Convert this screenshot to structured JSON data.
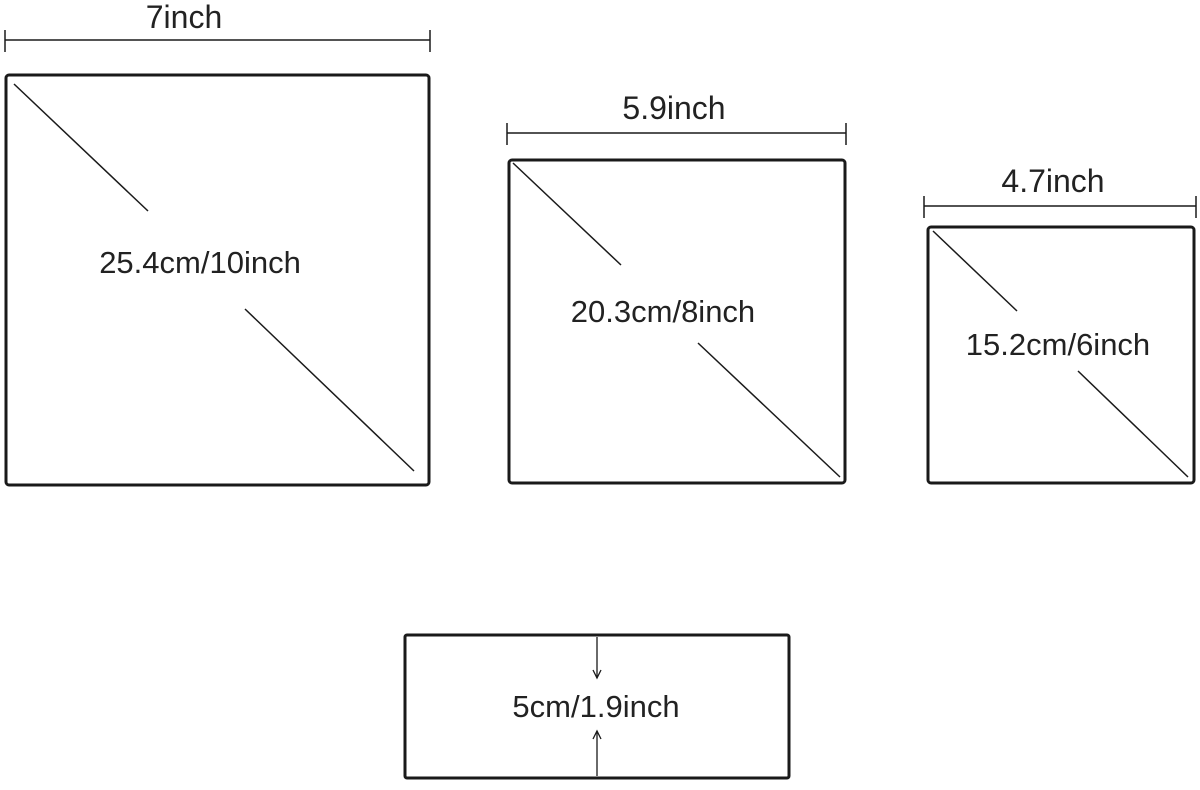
{
  "diagram": {
    "colors": {
      "background": "#ffffff",
      "outline": "#1a1a1a",
      "text": "#222222"
    },
    "large_box": {
      "width_label": "7inch",
      "diagonal_label": "25.4cm/10inch"
    },
    "medium_box": {
      "width_label": "5.9inch",
      "diagonal_label": "20.3cm/8inch"
    },
    "small_box": {
      "width_label": "4.7inch",
      "diagonal_label": "15.2cm/6inch"
    },
    "height_box": {
      "height_label": "5cm/1.9inch"
    }
  }
}
